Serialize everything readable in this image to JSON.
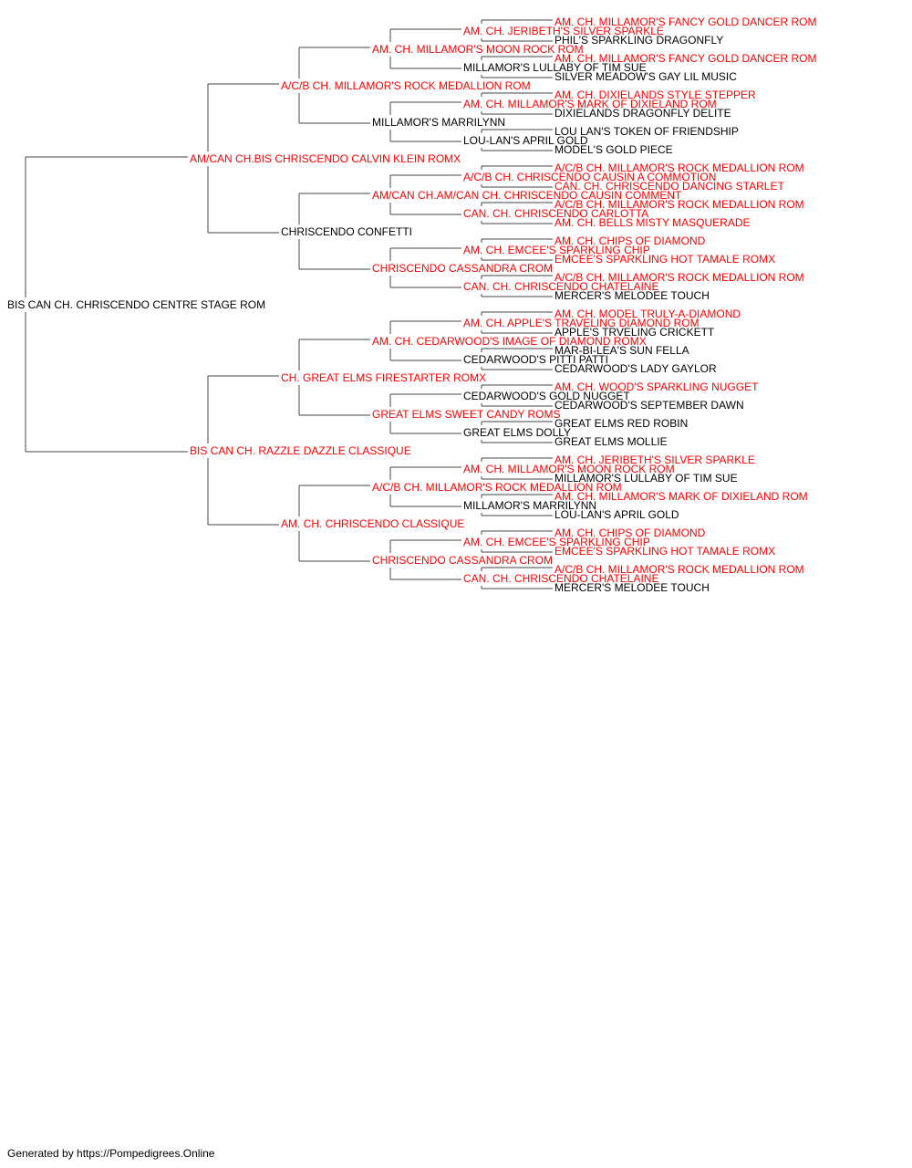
{
  "colors": {
    "champion": "#ff0000",
    "regular": "#000000",
    "line": "#444444",
    "background": "#ffffff"
  },
  "pedigree": {
    "name": "BIS CAN CH. CHRISCENDO CENTRE STAGE ROM",
    "champion": false,
    "sire": {
      "name": "AM/CAN CH.BIS CHRISCENDO CALVIN KLEIN ROMX",
      "champion": true,
      "sire": {
        "name": "A/C/B CH. MILLAMOR'S ROCK MEDALLION ROM",
        "champion": true,
        "sire": {
          "name": "AM. CH. MILLAMOR'S MOON ROCK ROM",
          "champion": true,
          "sire": {
            "name": "AM. CH. JERIBETH'S SILVER SPARKLE",
            "champion": true,
            "sire": {
              "name": "AM. CH. MILLAMOR'S FANCY GOLD DANCER ROM",
              "champion": true
            },
            "dam": {
              "name": "PHIL'S SPARKLING DRAGONFLY",
              "champion": false
            }
          },
          "dam": {
            "name": "MILLAMOR'S LULLABY OF TIM SUE",
            "champion": false,
            "sire": {
              "name": "AM. CH. MILLAMOR'S FANCY GOLD DANCER ROM",
              "champion": true
            },
            "dam": {
              "name": "SILVER MEADOW'S GAY LIL MUSIC",
              "champion": false
            }
          }
        },
        "dam": {
          "name": "MILLAMOR'S MARRILYNN",
          "champion": false,
          "sire": {
            "name": "AM. CH. MILLAMOR'S MARK OF DIXIELAND ROM",
            "champion": true,
            "sire": {
              "name": "AM. CH. DIXIELANDS STYLE STEPPER",
              "champion": true
            },
            "dam": {
              "name": "DIXIELANDS DRAGONFLY DELITE",
              "champion": false
            }
          },
          "dam": {
            "name": "LOU-LAN'S APRIL GOLD",
            "champion": false,
            "sire": {
              "name": "LOU LAN'S TOKEN OF FRIENDSHIP",
              "champion": false
            },
            "dam": {
              "name": "MODEL'S GOLD PIECE",
              "champion": false
            }
          }
        }
      },
      "dam": {
        "name": "CHRISCENDO CONFETTI",
        "champion": false,
        "sire": {
          "name": "AM/CAN CH.AM/CAN CH. CHRISCENDO CAUSIN COMMENT",
          "champion": true,
          "sire": {
            "name": "A/C/B CH. CHRISCENDO CAUSIN A COMMOTION",
            "champion": true,
            "sire": {
              "name": "A/C/B CH. MILLAMOR'S ROCK MEDALLION ROM",
              "champion": true
            },
            "dam": {
              "name": "CAN. CH. CHRISCENDO DANCING STARLET",
              "champion": true
            }
          },
          "dam": {
            "name": "CAN. CH. CHRISCENDO CARLOTTA",
            "champion": true,
            "sire": {
              "name": "A/C/B CH. MILLAMOR'S ROCK MEDALLION ROM",
              "champion": true
            },
            "dam": {
              "name": "AM. CH. BELLS MISTY MASQUERADE",
              "champion": true
            }
          }
        },
        "dam": {
          "name": "CHRISCENDO CASSANDRA CROM",
          "champion": true,
          "sire": {
            "name": "AM. CH. EMCEE'S SPARKLING CHIP",
            "champion": true,
            "sire": {
              "name": "AM. CH. CHIPS OF DIAMOND",
              "champion": true
            },
            "dam": {
              "name": "EMCEE'S SPARKLING HOT TAMALE ROMX",
              "champion": true
            }
          },
          "dam": {
            "name": "CAN. CH. CHRISCENDO CHATELAINE",
            "champion": true,
            "sire": {
              "name": "A/C/B CH. MILLAMOR'S ROCK MEDALLION ROM",
              "champion": true
            },
            "dam": {
              "name": "MERCER'S MELODEE TOUCH",
              "champion": false
            }
          }
        }
      }
    },
    "dam": {
      "name": "BIS CAN CH. RAZZLE DAZZLE CLASSIQUE",
      "champion": true,
      "sire": {
        "name": "CH. GREAT ELMS FIRESTARTER ROMX",
        "champion": true,
        "sire": {
          "name": "AM. CH. CEDARWOOD'S IMAGE OF DIAMOND ROMX",
          "champion": true,
          "sire": {
            "name": "AM. CH. APPLE'S TRAVELING DIAMOND ROM",
            "champion": true,
            "sire": {
              "name": "AM. CH. MODEL TRULY-A-DIAMOND",
              "champion": true
            },
            "dam": {
              "name": "APPLE'S TRVELING CRICKETT",
              "champion": false
            }
          },
          "dam": {
            "name": "CEDARWOOD'S PITTI PATTI",
            "champion": false,
            "sire": {
              "name": "MAR-BI-LEA'S SUN FELLA",
              "champion": false
            },
            "dam": {
              "name": "CEDARWOOD'S LADY GAYLOR",
              "champion": false
            }
          }
        },
        "dam": {
          "name": "GREAT ELMS SWEET CANDY ROMS",
          "champion": true,
          "sire": {
            "name": "CEDARWOOD'S GOLD NUGGET",
            "champion": false,
            "sire": {
              "name": "AM. CH. WOOD'S SPARKLING NUGGET",
              "champion": true
            },
            "dam": {
              "name": "CEDARWOOD'S SEPTEMBER DAWN",
              "champion": false
            }
          },
          "dam": {
            "name": "GREAT ELMS DOLLY",
            "champion": false,
            "sire": {
              "name": "GREAT ELMS RED ROBIN",
              "champion": false
            },
            "dam": {
              "name": "GREAT ELMS MOLLIE",
              "champion": false
            }
          }
        }
      },
      "dam": {
        "name": "AM. CH. CHRISCENDO CLASSIQUE",
        "champion": true,
        "sire": {
          "name": "A/C/B CH. MILLAMOR'S ROCK MEDALLION ROM",
          "champion": true,
          "sire": {
            "name": "AM. CH. MILLAMOR'S MOON ROCK ROM",
            "champion": true,
            "sire": {
              "name": "AM. CH. JERIBETH'S SILVER SPARKLE",
              "champion": true
            },
            "dam": {
              "name": "MILLAMOR'S LULLABY OF TIM SUE",
              "champion": false
            }
          },
          "dam": {
            "name": "MILLAMOR'S MARRILYNN",
            "champion": false,
            "sire": {
              "name": "AM. CH. MILLAMOR'S MARK OF DIXIELAND ROM",
              "champion": true
            },
            "dam": {
              "name": "LOU-LAN'S APRIL GOLD",
              "champion": false
            }
          }
        },
        "dam": {
          "name": "CHRISCENDO CASSANDRA CROM",
          "champion": true,
          "sire": {
            "name": "AM. CH. EMCEE'S SPARKLING CHIP",
            "champion": true,
            "sire": {
              "name": "AM. CH. CHIPS OF DIAMOND",
              "champion": true
            },
            "dam": {
              "name": "EMCEE'S SPARKLING HOT TAMALE ROMX",
              "champion": true
            }
          },
          "dam": {
            "name": "CAN. CH. CHRISCENDO CHATELAINE",
            "champion": true,
            "sire": {
              "name": "A/C/B CH. MILLAMOR'S ROCK MEDALLION ROM",
              "champion": true
            },
            "dam": {
              "name": "MERCER'S MELODEE TOUCH",
              "champion": false
            }
          }
        }
      }
    }
  },
  "footer": {
    "text": "Generated by https://Pompedigrees.Online"
  }
}
